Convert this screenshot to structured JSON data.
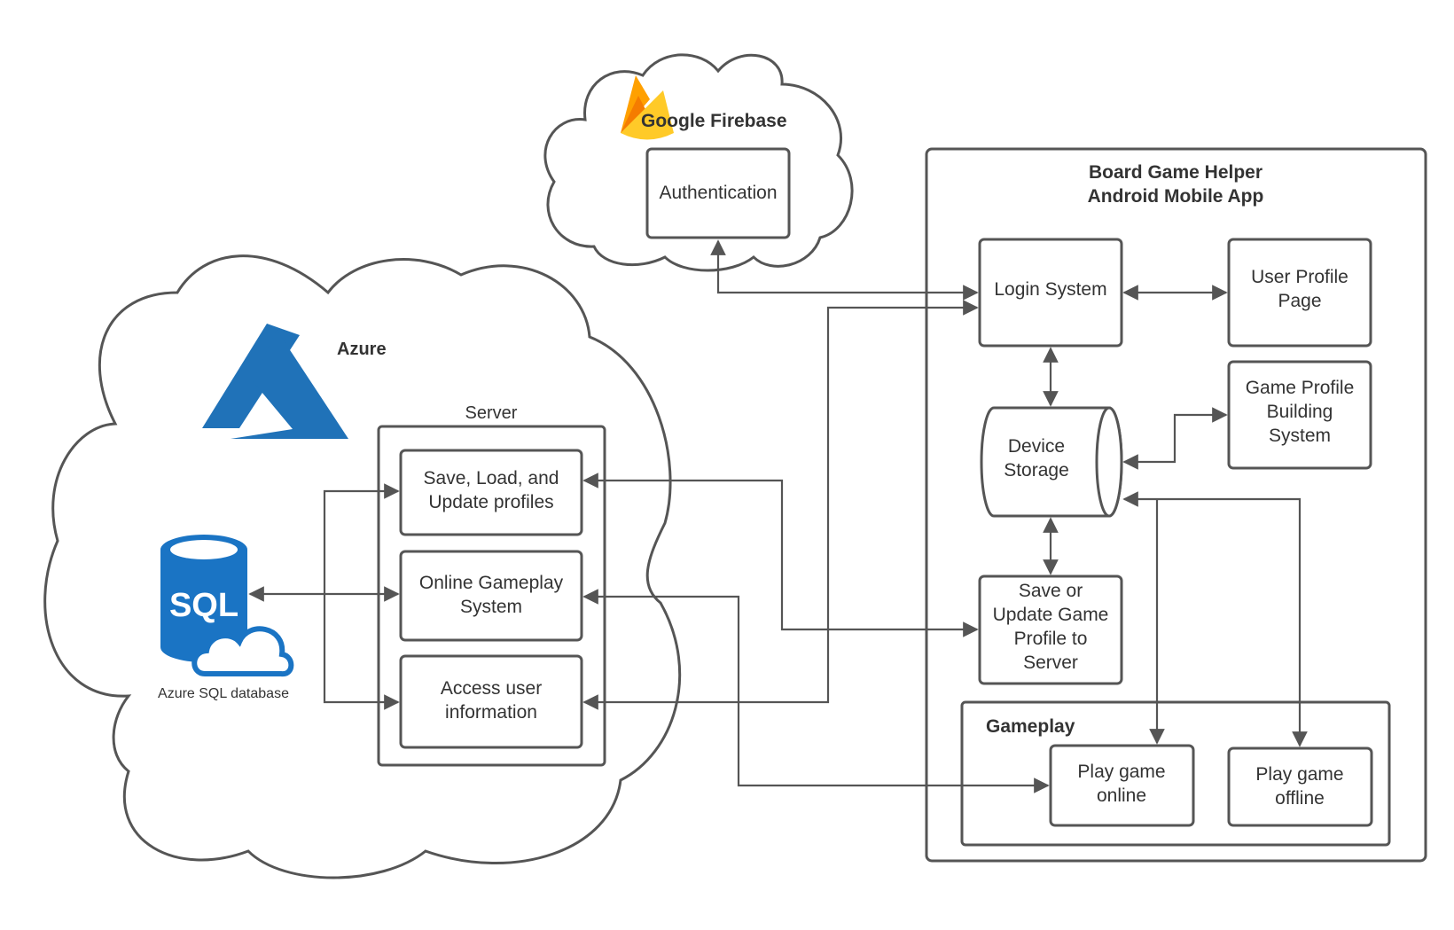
{
  "colors": {
    "line": "#555555",
    "azure_blue": "#2072b8",
    "sql_blue": "#1a74c4",
    "firebase_yellow": "#ffca28",
    "firebase_orange": "#f57c00",
    "firebase_amber": "#ffa000"
  },
  "firebase": {
    "title": "Google Firebase",
    "icon": "firebase-flame-icon",
    "authentication": "Authentication"
  },
  "azure": {
    "title": "Azure",
    "icon": "azure-logo-icon",
    "sql": {
      "icon": "sql-database-icon",
      "icon_text": "SQL",
      "label": "Azure SQL database"
    },
    "server": {
      "title": "Server",
      "boxes": {
        "save_load": [
          "Save, Load, and",
          "Update profiles"
        ],
        "online_gameplay": [
          "Online Gameplay",
          "System"
        ],
        "access_user": [
          "Access user",
          "information"
        ]
      }
    }
  },
  "app": {
    "title": [
      "Board Game Helper",
      "Android Mobile App"
    ],
    "login": "Login System",
    "user_profile": [
      "User Profile",
      "Page"
    ],
    "game_profile": [
      "Game Profile",
      "Building",
      "System"
    ],
    "device_storage": [
      "Device",
      "Storage"
    ],
    "save_update": [
      "Save or",
      "Update Game",
      "Profile to",
      "Server"
    ],
    "gameplay": {
      "title": "Gameplay",
      "online": [
        "Play game",
        "online"
      ],
      "offline": [
        "Play game",
        "offline"
      ]
    }
  }
}
